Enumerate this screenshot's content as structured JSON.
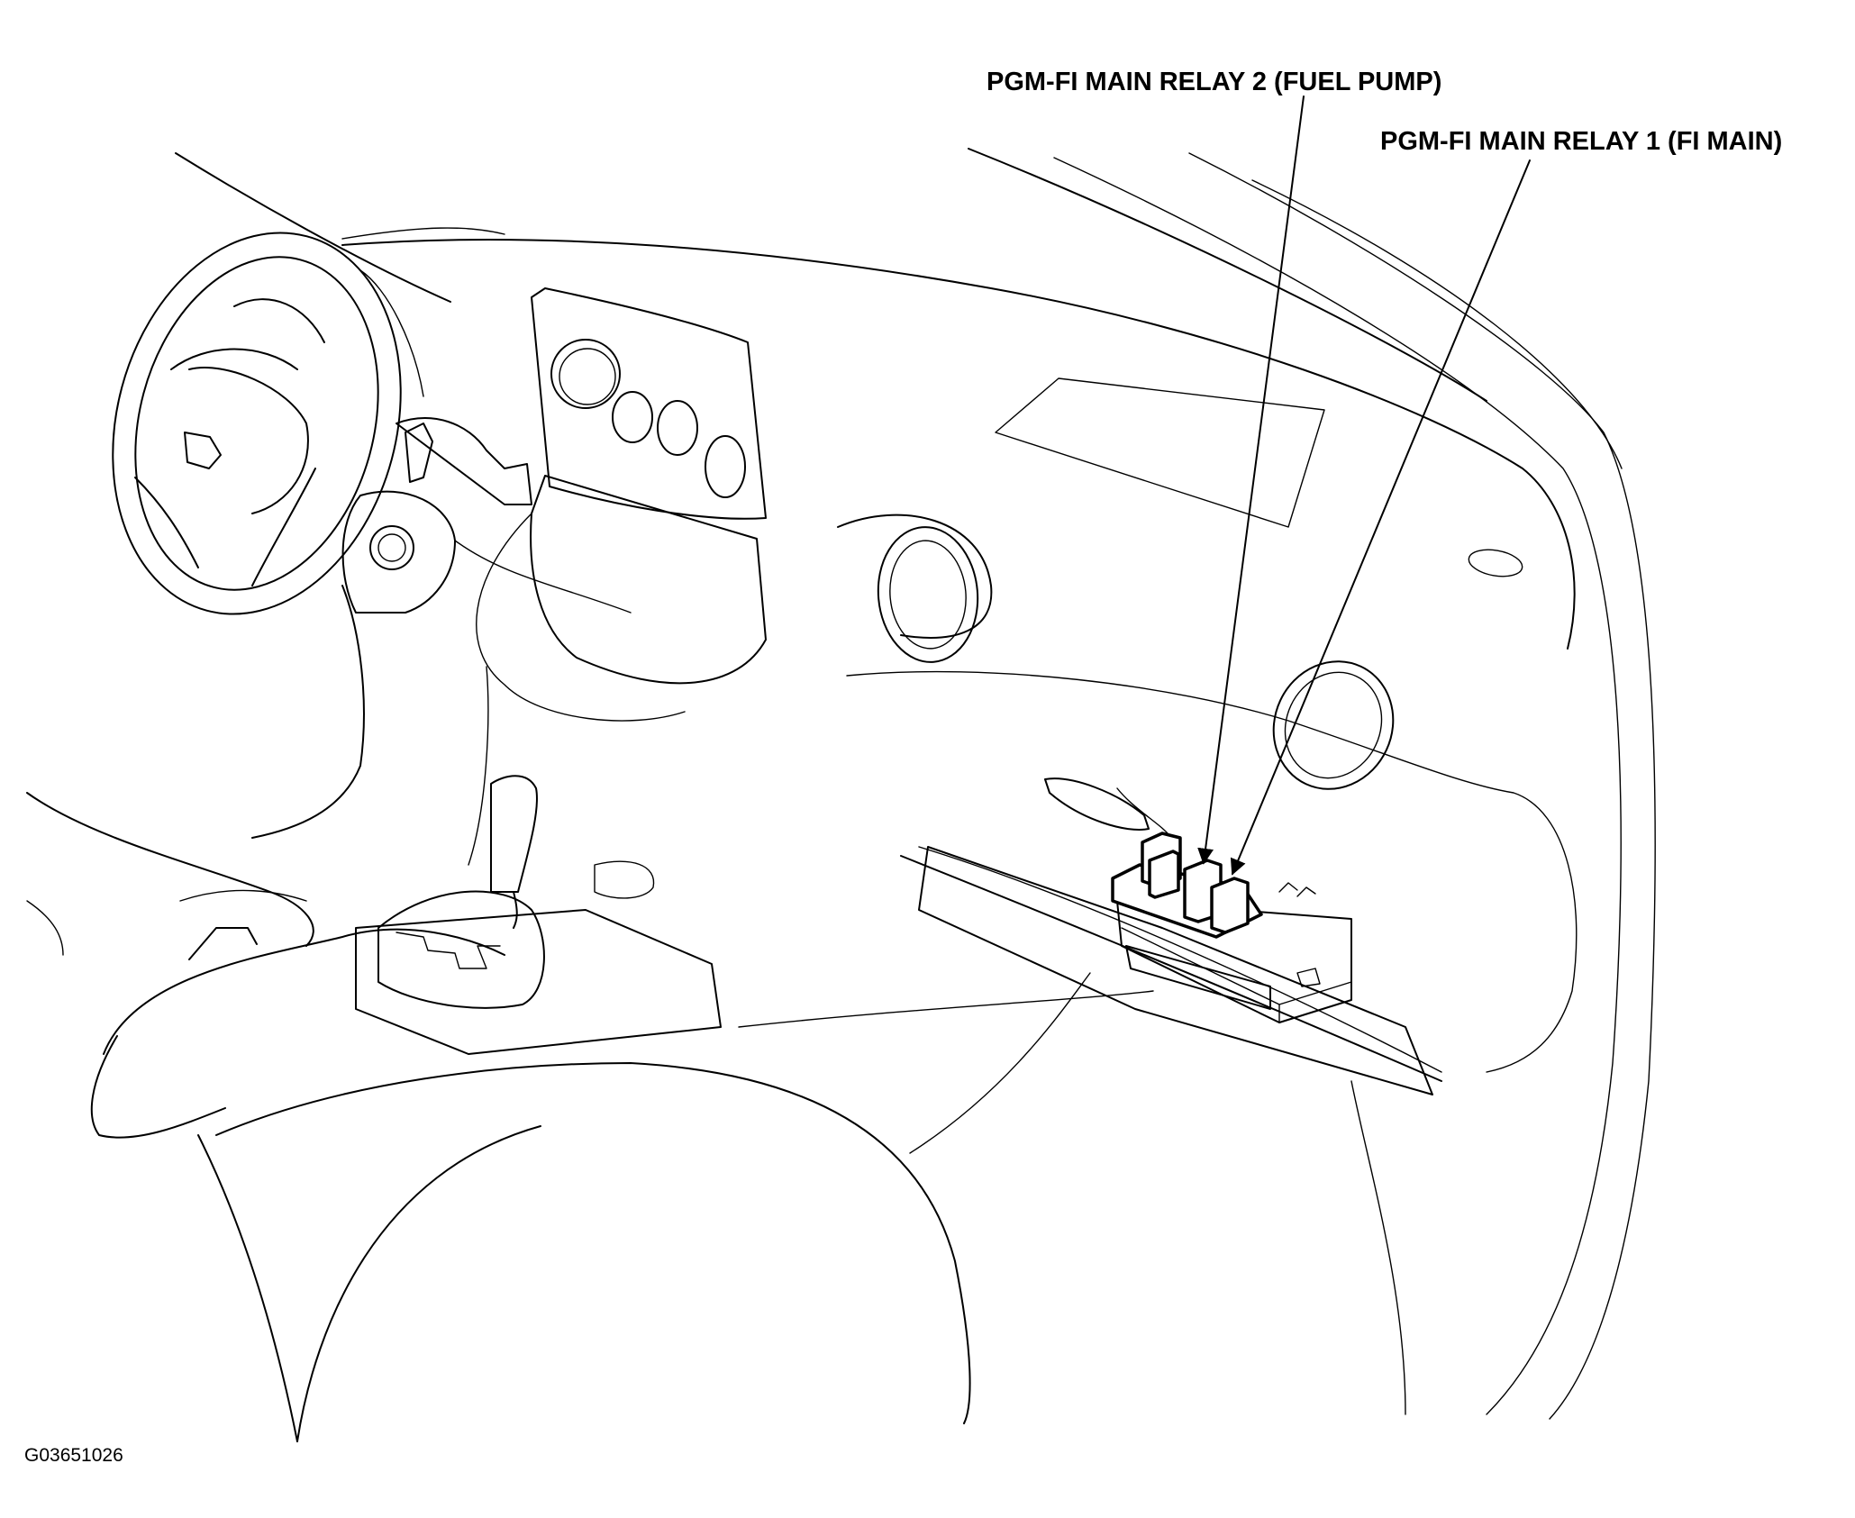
{
  "labels": {
    "relay_2": "PGM-FI MAIN RELAY 2 (FUEL PUMP)",
    "relay_1": "PGM-FI MAIN RELAY 1 (FI MAIN)"
  },
  "figure_id": "G03651026"
}
